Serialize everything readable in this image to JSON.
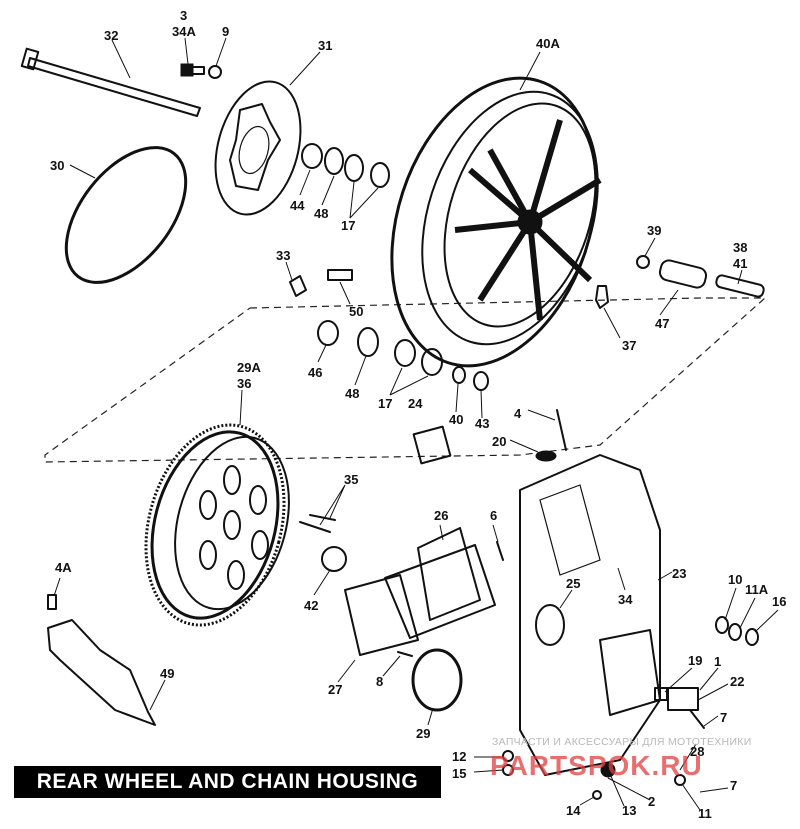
{
  "title": "REAR WHEEL AND CHAIN HOUSING",
  "watermark": {
    "line1": "ЗАПЧАСТИ И АКСЕССУАРЫ ДЛЯ МОТОТЕХНИКИ",
    "line2": "PARTSPOK.RU",
    "color": "#e04040"
  },
  "callouts": [
    "3",
    "34A",
    "9",
    "32",
    "31",
    "40A",
    "30",
    "44",
    "48",
    "17",
    "39",
    "38",
    "41",
    "33",
    "50",
    "47",
    "37",
    "29A",
    "36",
    "46",
    "48",
    "17",
    "24",
    "40",
    "43",
    "4",
    "20",
    "35",
    "26",
    "6",
    "25",
    "23",
    "34",
    "10",
    "11A",
    "16",
    "4A",
    "42",
    "19",
    "1",
    "22",
    "27",
    "8",
    "7",
    "49",
    "29",
    "28",
    "12",
    "15",
    "14",
    "13",
    "2",
    "11",
    "7"
  ]
}
